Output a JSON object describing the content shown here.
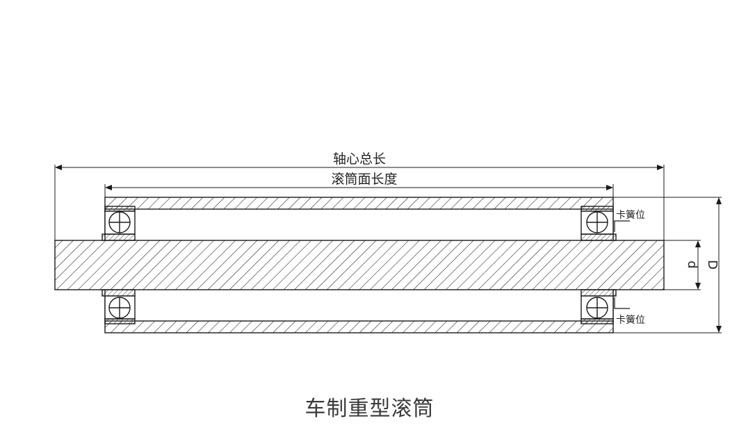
{
  "labels": {
    "shaft_total_length": "轴心总长",
    "roller_face_length": "滚筒面长度",
    "circlip_top": "卡簧位",
    "circlip_bottom": "卡簧位",
    "shaft_dia": "d",
    "roller_dia": "D"
  },
  "caption": "车制重型滚筒",
  "colors": {
    "line": "#1a1a1a",
    "caption": "#3a3a3a",
    "background": "#ffffff"
  }
}
